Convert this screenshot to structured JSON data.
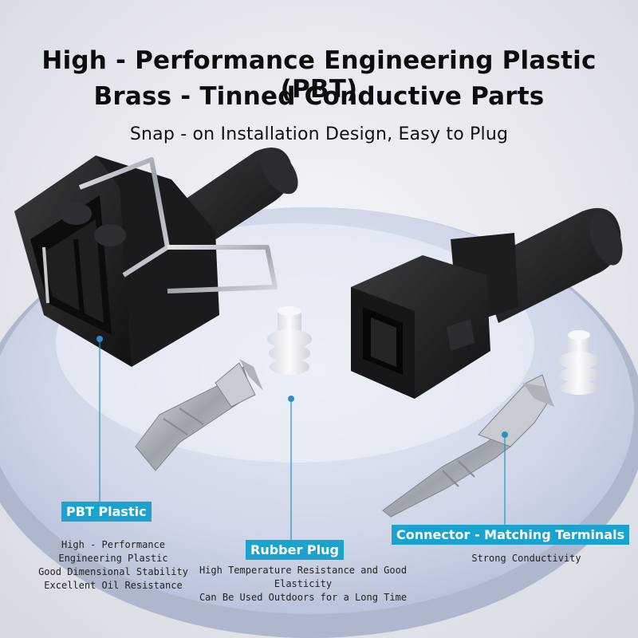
{
  "headline": {
    "line1": "High - Performance Engineering Plastic (PBT)",
    "line2": "Brass - Tinned Conductive Parts",
    "line3": "Snap - on Installation Design, Easy to Plug"
  },
  "callouts": {
    "pbt": {
      "label": "PBT Plastic",
      "lines": [
        "High - Performance",
        "Engineering Plastic",
        "Good Dimensional Stability",
        "Excellent Oil Resistance"
      ]
    },
    "rubber": {
      "label": "Rubber Plug",
      "lines": [
        "High Temperature Resistance and Good",
        "Elasticity",
        "Can Be Used Outdoors for a Long Time"
      ]
    },
    "terminals": {
      "label": "Connector - Matching Terminals",
      "lines": [
        "Strong Conductivity"
      ]
    }
  },
  "colors": {
    "accent": "#1aa3cf",
    "plastic": "#1f2022",
    "metal": "#b8bcc2",
    "disc": "#c9d2e6"
  }
}
